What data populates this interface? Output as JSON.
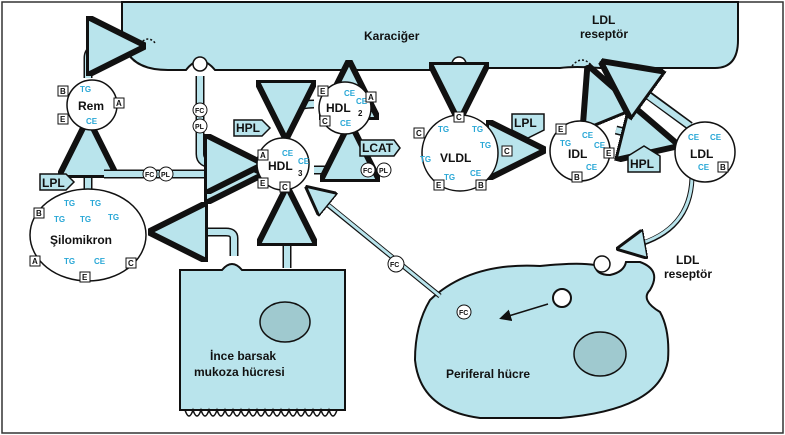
{
  "organs": {
    "liver": "Karaciğer",
    "ldl_receptor_top_1": "LDL",
    "ldl_receptor_top_2": "reseptör",
    "ldl_receptor_right_1": "LDL",
    "ldl_receptor_right_2": "reseptör",
    "intestine_1": "İnce barsak",
    "intestine_2": "mukoza hücresi",
    "peripheral": "Periferal hücre"
  },
  "particles": {
    "rem": "Rem",
    "hdl2": "HDL",
    "hdl2_sub": "2",
    "hdl3": "HDL",
    "hdl3_sub": "3",
    "vldl": "VLDL",
    "idl": "IDL",
    "ldl": "LDL",
    "chylomicron": "Şilomikron"
  },
  "enzymes": {
    "lpl_left": "LPL",
    "hpl_left": "HPL",
    "lcat": "LCAT",
    "lpl_right": "LPL",
    "hpl_right": "HPL"
  },
  "markers": {
    "tg": "TG",
    "ce": "CE",
    "fc": "FC",
    "pl": "PL",
    "a": "A",
    "b": "B",
    "c": "C",
    "e": "E"
  },
  "colors": {
    "cell_fill": "#b9e4ec",
    "arrow_fill": "#b9e4ec",
    "outline": "#111111",
    "lipid_text": "#29a7d6"
  }
}
